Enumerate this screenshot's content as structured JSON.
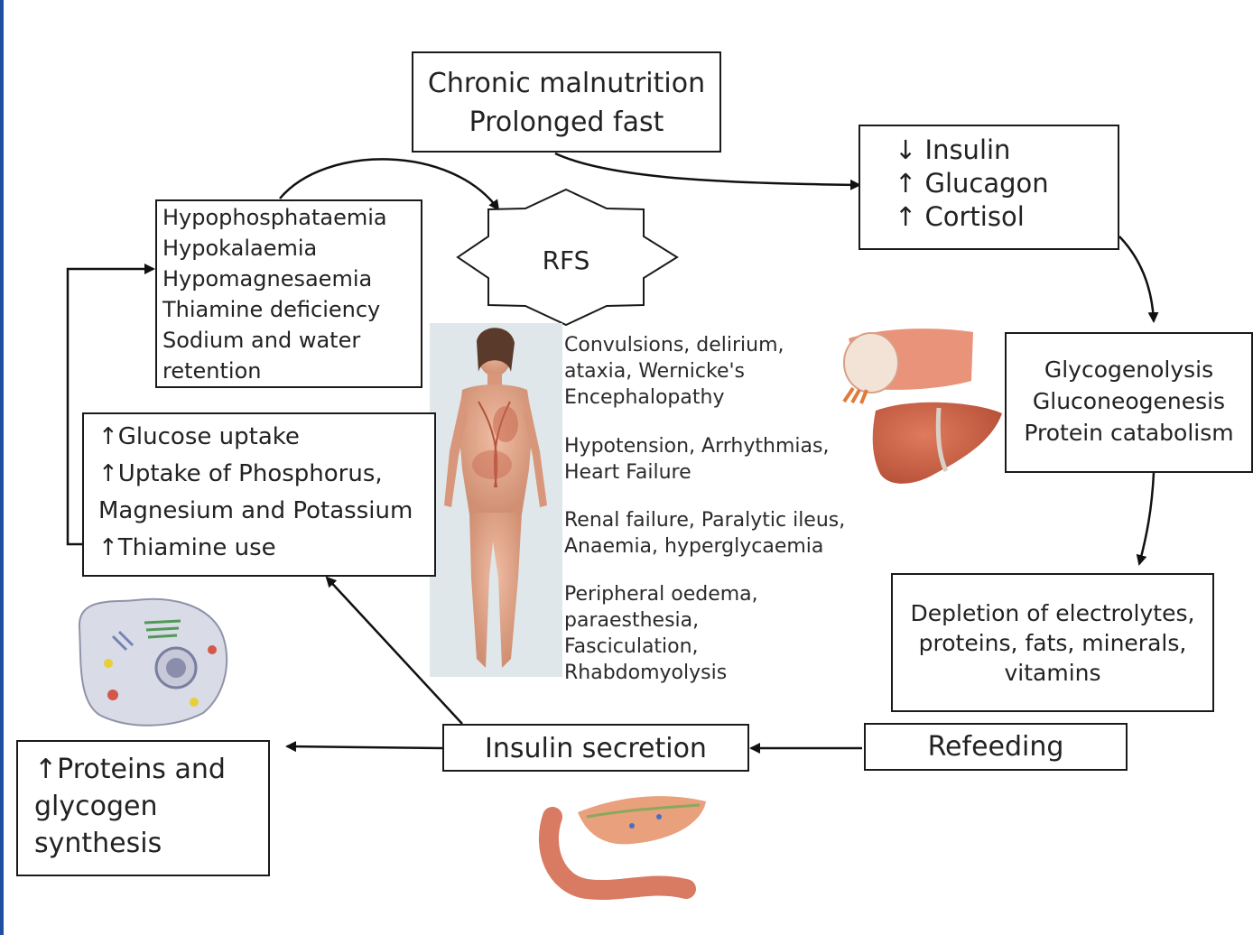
{
  "boxes": {
    "malnutrition": [
      "Chronic malnutrition",
      "Prolonged fast"
    ],
    "hormones": [
      "↓ Insulin",
      "↑ Glucagon",
      "↑ Cortisol"
    ],
    "catabolism": [
      "Glycogenolysis",
      "Gluconeogenesis",
      "Protein catabolism"
    ],
    "depletion": [
      "Depletion of electrolytes,",
      "proteins, fats, minerals,",
      "vitamins"
    ],
    "refeeding": "Refeeding",
    "insulin_secretion": "Insulin secretion",
    "synthesis": [
      "↑Proteins and",
      "glycogen",
      "synthesis"
    ],
    "uptake": [
      "↑Glucose uptake",
      "↑Uptake of Phosphorus,",
      "Magnesium and Potassium",
      "↑Thiamine use"
    ],
    "deficits": [
      "Hypophosphataemia",
      "Hypokalaemia",
      "Hypomagnesaemia",
      "Thiamine deficiency",
      "Sodium and water",
      "retention"
    ]
  },
  "rfs_label": "RFS",
  "clinical_effects": [
    [
      "Convulsions, delirium,",
      "ataxia, Wernicke's",
      "Encephalopathy"
    ],
    [
      "Hypotension, Arrhythmias,",
      "Heart Failure"
    ],
    [
      "Renal failure, Paralytic ileus,",
      "Anaemia, hyperglycaemia"
    ],
    [
      "Peripheral oedema,",
      "paraesthesia,",
      "Fasciculation,",
      "Rhabdomyolysis"
    ]
  ],
  "colors": {
    "border": "#1a1a1a",
    "accent_rule": "#1f4fa0",
    "skin": "#e2a488",
    "organ": "#c9634a",
    "muscle": "#e48a72",
    "cell": "#d9dbe6"
  }
}
